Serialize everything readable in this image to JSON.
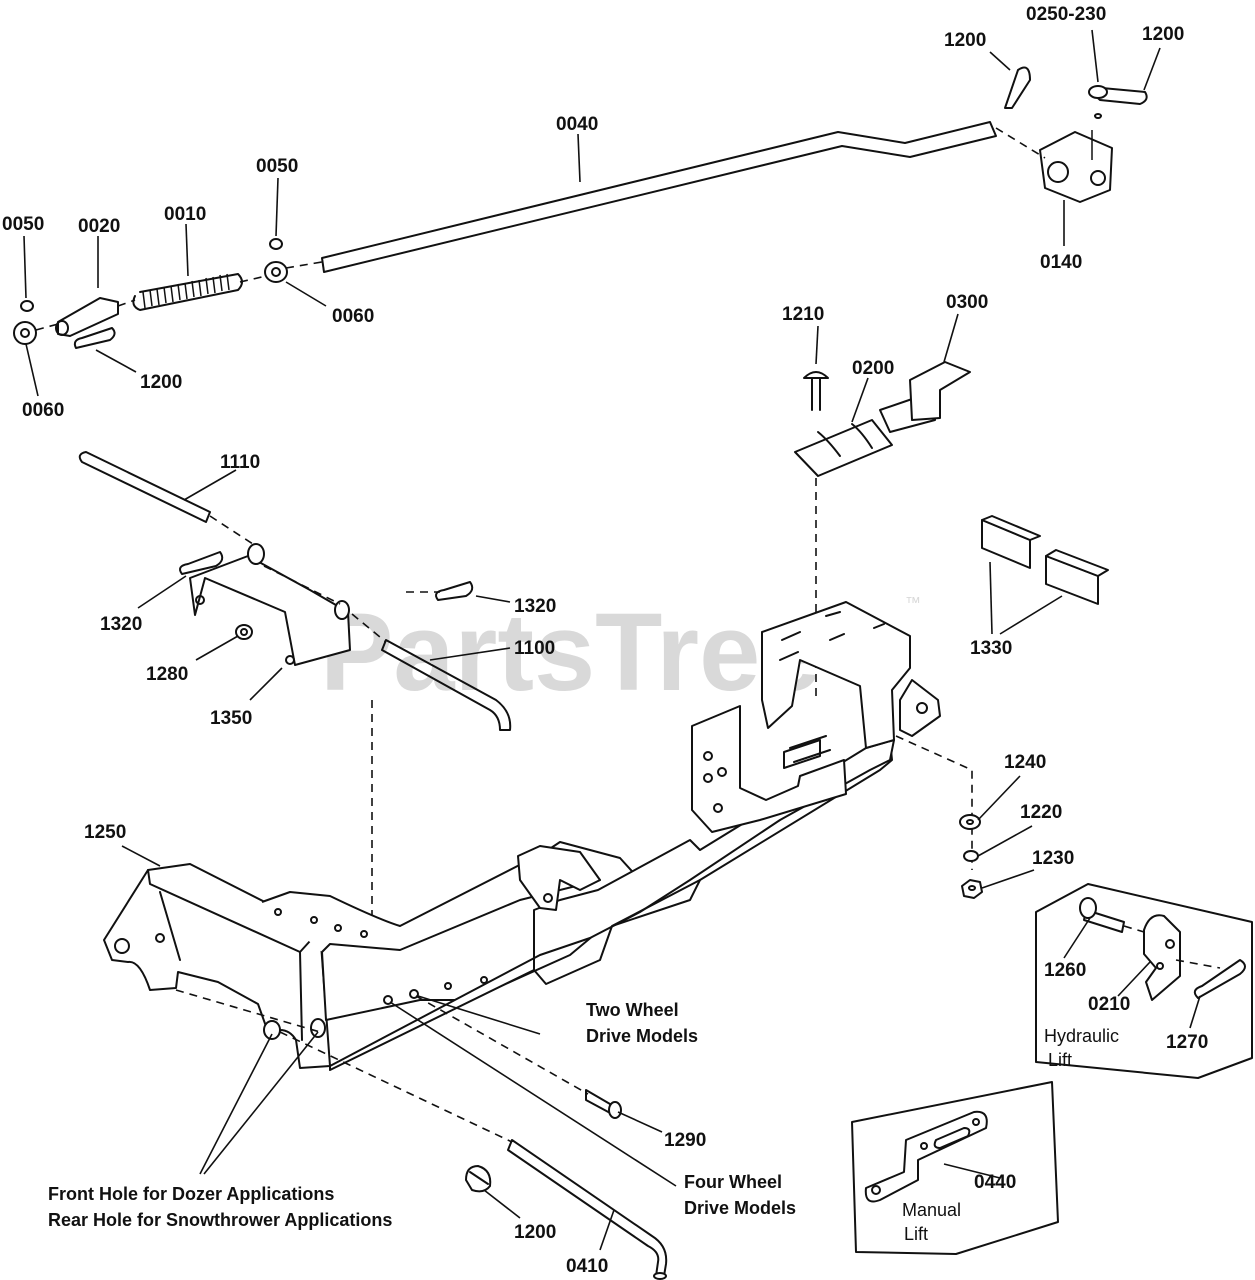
{
  "watermark": {
    "text": "PartsTree",
    "trademark": "™"
  },
  "part_labels": {
    "p0250_230": "0250-230",
    "p1200_top_left": "1200",
    "p1200_top_right": "1200",
    "p0040": "0040",
    "p0140": "0140",
    "p0050_mid": "0050",
    "p0050_left": "0050",
    "p0020": "0020",
    "p0010": "0010",
    "p0060_mid": "0060",
    "p0060_left": "0060",
    "p1200_left": "1200",
    "p1210": "1210",
    "p0300": "0300",
    "p0200": "0200",
    "p1110": "1110",
    "p1320_right": "1320",
    "p1320_left": "1320",
    "p1100": "1100",
    "p1280": "1280",
    "p1350": "1350",
    "p1330": "1330",
    "p1240": "1240",
    "p1220": "1220",
    "p1230": "1230",
    "p1250": "1250",
    "p1260": "1260",
    "p0210": "0210",
    "p1270": "1270",
    "p1290": "1290",
    "p0440": "0440",
    "p1200_bottom": "1200",
    "p0410": "0410"
  },
  "notes": {
    "two_wheel_line1": "Two Wheel",
    "two_wheel_line2": "Drive Models",
    "four_wheel_line1": "Four Wheel",
    "four_wheel_line2": "Drive Models",
    "front_hole": "Front Hole for Dozer Applications",
    "rear_hole": "Rear Hole for Snowthrower Applications"
  },
  "insets": {
    "hydraulic_line1": "Hydraulic",
    "hydraulic_line2": "Lift",
    "manual_line1": "Manual",
    "manual_line2": "Lift"
  }
}
